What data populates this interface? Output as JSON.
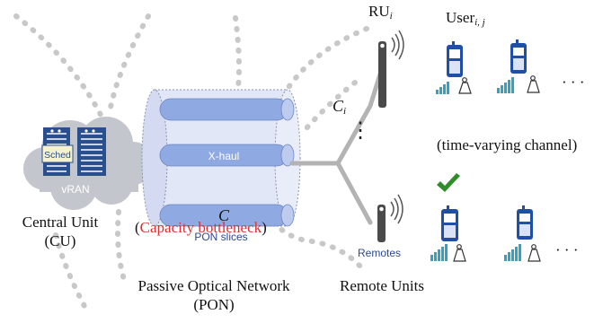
{
  "colors": {
    "dotted_arc": "#c8c8c8",
    "cloud": "#c3c7cd",
    "server": "#2a4f8f",
    "tube": "#d4daf2",
    "tube_border": "#8a93a8",
    "slice": "#8fa9e2",
    "link_line": "#b3b3b3",
    "antenna": "#4a4a4a",
    "phone": "#1f4fa6",
    "bars": "#2fa3c7",
    "check": "#2f8e2a",
    "bottleneck": "#e03030",
    "dark_blue_text": "#2c4a8c"
  },
  "cloud": {
    "sched_label": "Sched",
    "vran_label": "vRAN"
  },
  "pon": {
    "slice_label_xhaul": "X-haul",
    "slice_label_capacity": "C",
    "caption": "PON slices"
  },
  "labels": {
    "central_unit_line1": "Central Unit",
    "central_unit_line2": "(CU)",
    "bottleneck_open": "(",
    "bottleneck_text": "Capacity bottleneck",
    "bottleneck_close": ")",
    "pon_line1": "Passive Optical Network",
    "pon_line2": "(PON)",
    "remote_units": "Remote Units",
    "remotes": "Remotes",
    "ru_base": "RU",
    "ru_sub": "i",
    "user_base": "User",
    "user_sub": "i, j",
    "link_capacity_base": "C",
    "link_capacity_sub": "i",
    "channel_note": "(time-varying channel)",
    "ellipsis": "· · ·",
    "vertical_dots": "⋮"
  },
  "icons": [
    "cloud-icon",
    "server-icon",
    "antenna-icon",
    "phone-icon",
    "signal-bars-icon",
    "weight-icon",
    "checkmark-icon"
  ]
}
